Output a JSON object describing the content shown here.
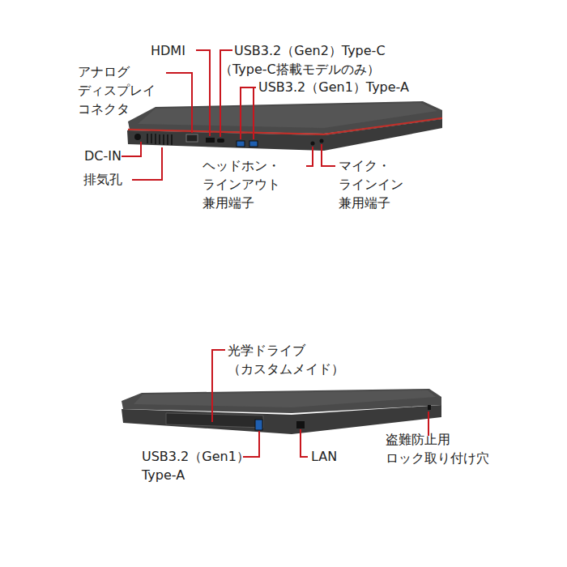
{
  "diagram": {
    "labels": [
      "HDMI",
      "USB3.2（Gen2）Type-C （Type-C搭載モデルのみ）",
      "USB3.2（Gen1）Type-A",
      "アナログ ディスプレイ コネクタ",
      "DC-IN",
      "排気孔",
      "ヘッドホン・ ラインアウト 兼用端子",
      "マイク・ ラインイン 兼用端子",
      "光学ドライブ （カスタムメイド）",
      "USB3.2（Gen1） Type-A",
      "LAN",
      "盗難防止用 ロック取り付け穴"
    ]
  }
}
